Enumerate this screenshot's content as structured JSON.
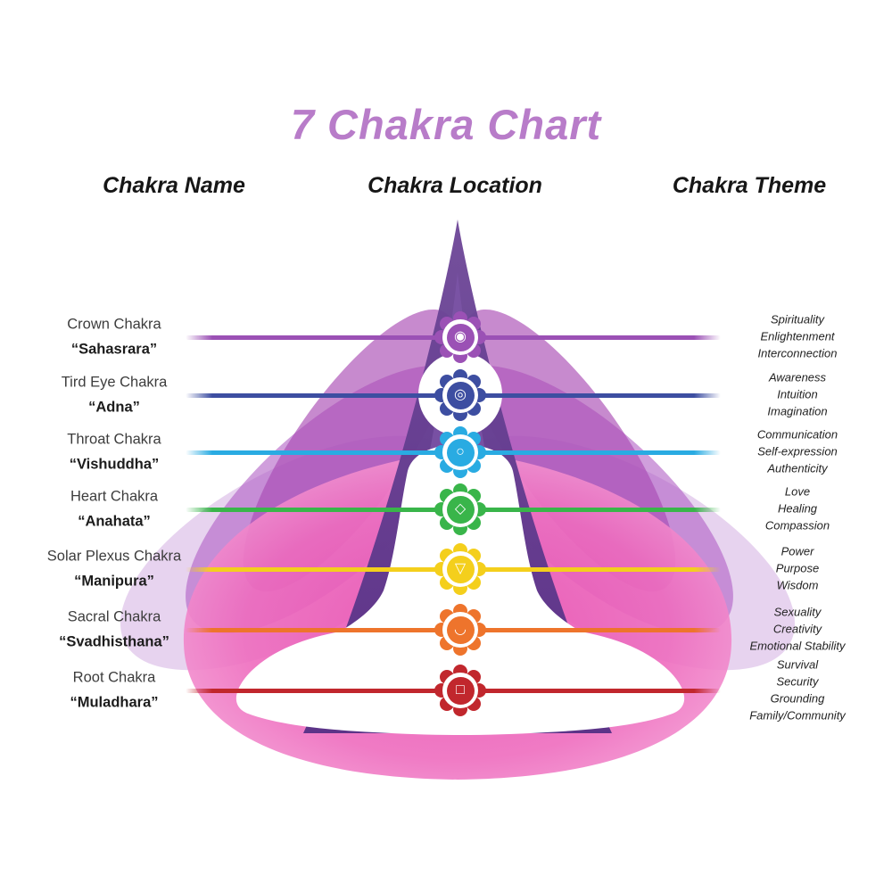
{
  "title": "7 Chakra Chart",
  "title_color": "#b87cc9",
  "columns": {
    "name": "Chakra Name",
    "location": "Chakra Location",
    "theme": "Chakra Theme"
  },
  "chakras": [
    {
      "name": "Crown Chakra",
      "sanskrit": "“Sahasrara”",
      "themes": "Spirituality\nEnlightenment\nInterconnection",
      "color": "#9b51b5",
      "symbol": "◉"
    },
    {
      "name": "Tird Eye Chakra",
      "sanskrit": "“Adna”",
      "themes": "Awareness\nIntuition\nImagination",
      "color": "#3d4ea1",
      "symbol": "◎"
    },
    {
      "name": "Throat Chakra",
      "sanskrit": "“Vishuddha”",
      "themes": "Communication\nSelf-expression\nAuthenticity",
      "color": "#29abe2",
      "symbol": "○"
    },
    {
      "name": "Heart Chakra",
      "sanskrit": "“Anahata”",
      "themes": "Love\nHealing\nCompassion",
      "color": "#39b54a",
      "symbol": "◇"
    },
    {
      "name": "Solar Plexus Chakra",
      "sanskrit": "“Manipura”",
      "themes": "Power\nPurpose\nWisdom",
      "color": "#f4cf1c",
      "symbol": "▽"
    },
    {
      "name": "Sacral Chakra",
      "sanskrit": "“Svadhisthana”",
      "themes": "Sexuality\nCreativity\nEmotional Stability",
      "color": "#ee742c",
      "symbol": "◡"
    },
    {
      "name": "Root Chakra",
      "sanskrit": "“Muladhara”",
      "themes": "Survival\nSecurity\nGrounding\nFamily/Community",
      "color": "#c1272d",
      "symbol": "□"
    }
  ]
}
